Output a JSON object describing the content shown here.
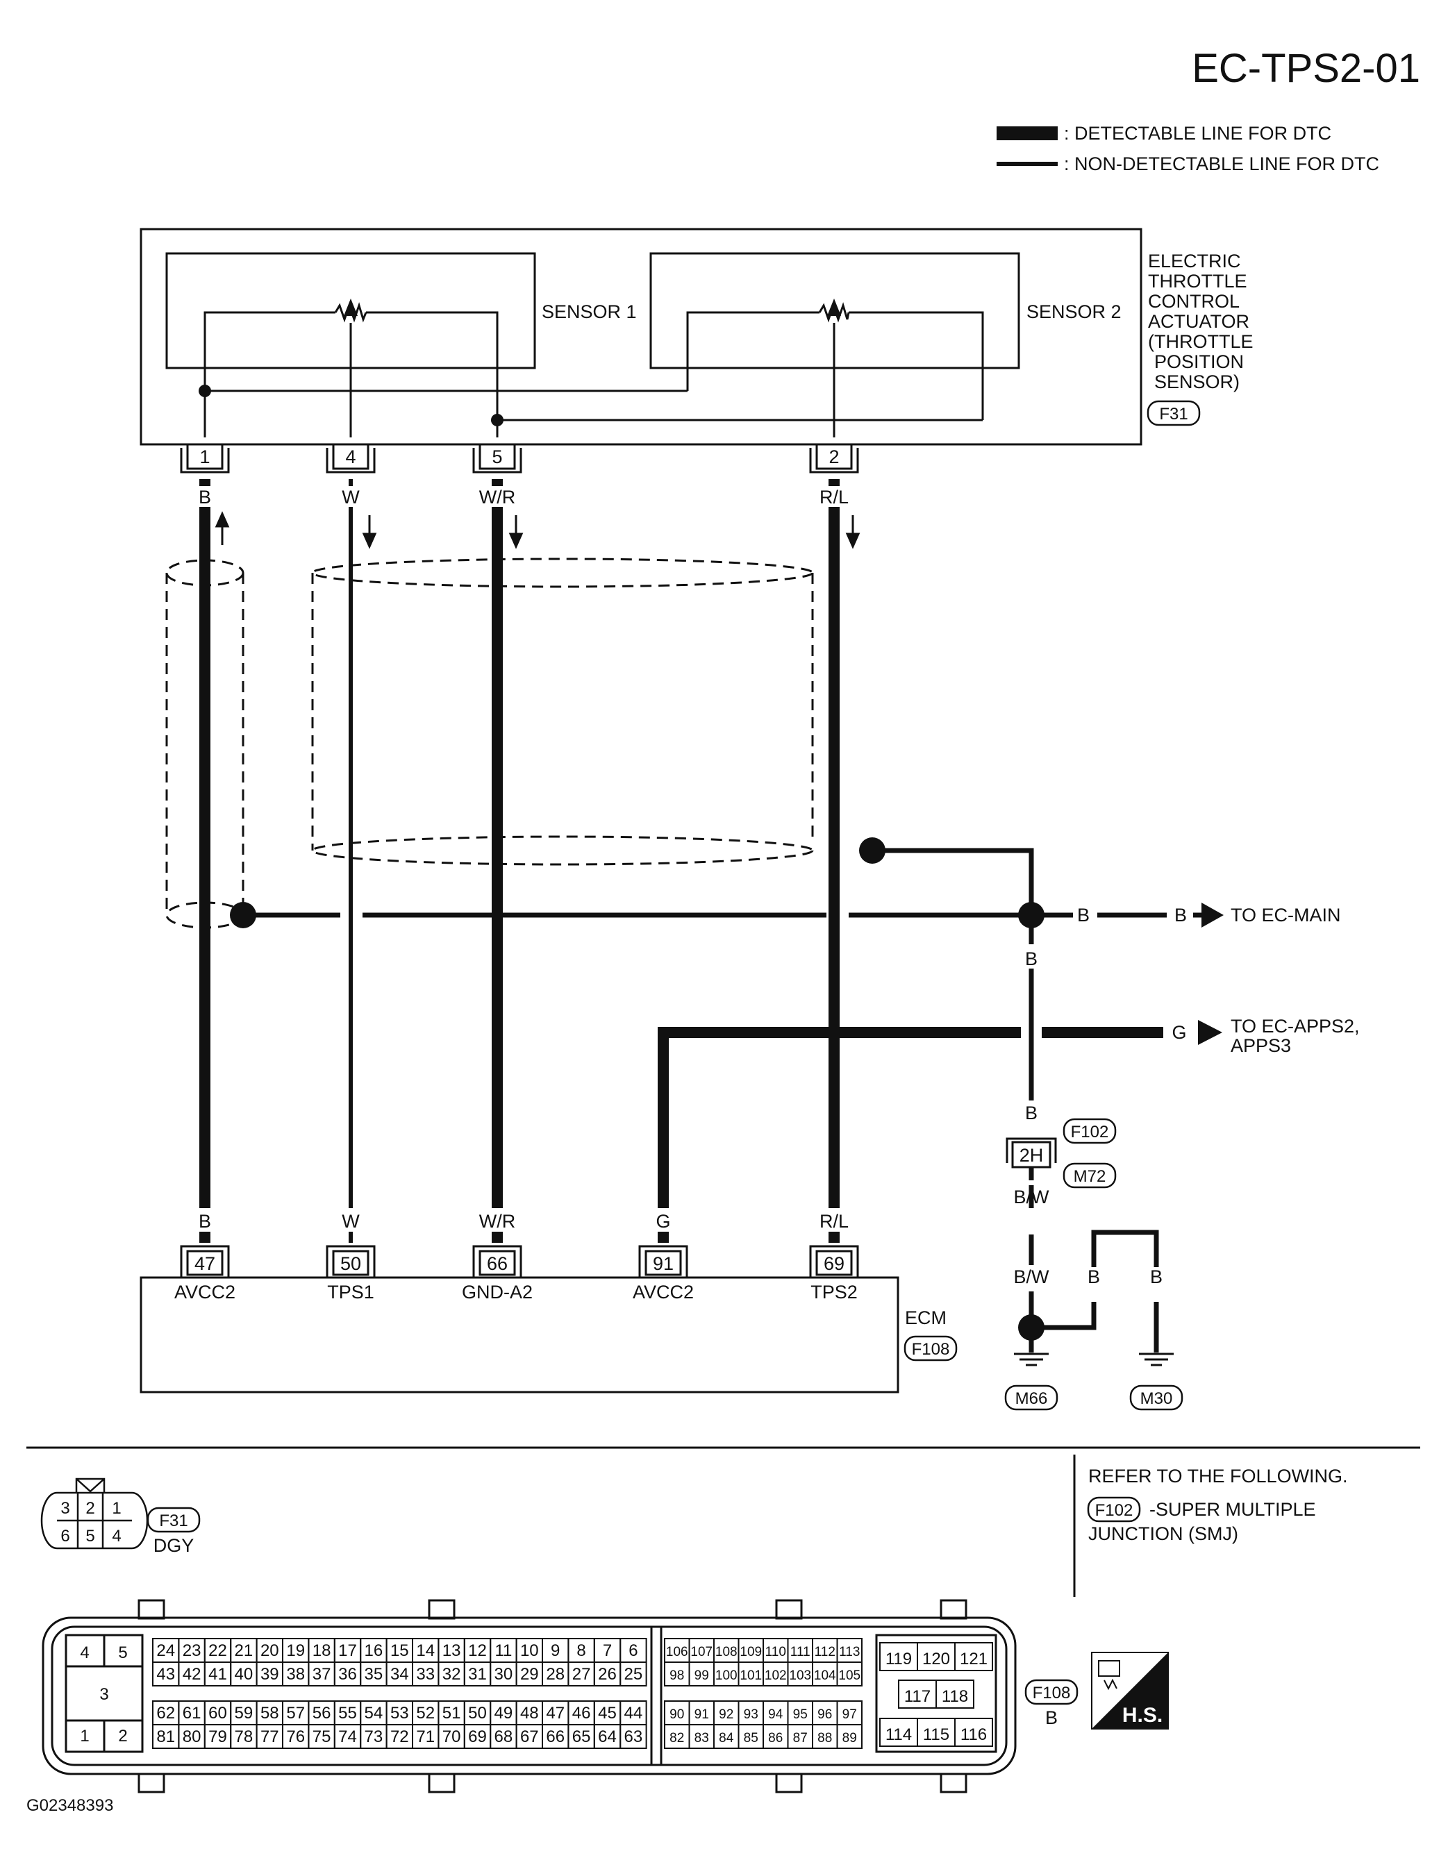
{
  "title": "EC-TPS2-01",
  "legend": {
    "detectable": ": DETECTABLE LINE FOR DTC",
    "non_detectable": ": NON-DETECTABLE LINE FOR DTC"
  },
  "actuator": {
    "name_lines": [
      "ELECTRIC",
      "THROTTLE",
      "CONTROL",
      "ACTUATOR",
      "(THROTTLE",
      "POSITION",
      "SENSOR)"
    ],
    "connector": "F31",
    "sensor1": "SENSOR 1",
    "sensor2": "SENSOR 2",
    "pins": [
      "1",
      "4",
      "5",
      "2"
    ],
    "wire_colors": [
      "B",
      "W",
      "W/R",
      "R/L"
    ]
  },
  "ecm": {
    "name": "ECM",
    "connector": "F108",
    "pins": [
      "47",
      "50",
      "66",
      "91",
      "69"
    ],
    "terminals": [
      "AVCC2",
      "TPS1",
      "GND-A2",
      "AVCC2",
      "TPS2"
    ],
    "wire_colors": [
      "B",
      "W",
      "W/R",
      "G",
      "R/L"
    ]
  },
  "right_side": {
    "to_main_b1": "B",
    "to_main_b2": "B",
    "to_main": "TO EC-MAIN",
    "to_main_wire_b": "B",
    "to_apps_g": "G",
    "to_apps_l1": "TO EC-APPS2,",
    "to_apps_l2": "APPS3",
    "smj_b": "B",
    "smj_f102": "F102",
    "smj_pin": "2H",
    "smj_m72": "M72",
    "bw1": "B/W",
    "bw2": "B/W",
    "b_a": "B",
    "b_b": "B",
    "ground_m66": "M66",
    "ground_m30": "M30"
  },
  "bottom": {
    "f31_conn": "F31",
    "f31_color": "DGY",
    "f31_pins": [
      "3",
      "2",
      "1",
      "6",
      "5",
      "4"
    ],
    "refer": "REFER TO THE FOLLOWING.",
    "refer_f102": "F102",
    "refer_smj1": "-SUPER MULTIPLE",
    "refer_smj2": "JUNCTION (SMJ)",
    "f108_conn": "F108",
    "f108_color": "B",
    "hs": "H.S.",
    "image_id": "G02348393",
    "ecm_left_pins": [
      "4",
      "5",
      "3",
      "1",
      "2"
    ],
    "row1a": [
      "24",
      "23",
      "22",
      "21",
      "20",
      "19",
      "18",
      "17",
      "16",
      "15",
      "14",
      "13",
      "12",
      "11",
      "10",
      "9",
      "8",
      "7",
      "6"
    ],
    "row1b": [
      "43",
      "42",
      "41",
      "40",
      "39",
      "38",
      "37",
      "36",
      "35",
      "34",
      "33",
      "32",
      "31",
      "30",
      "29",
      "28",
      "27",
      "26",
      "25"
    ],
    "row2a": [
      "62",
      "61",
      "60",
      "59",
      "58",
      "57",
      "56",
      "55",
      "54",
      "53",
      "52",
      "51",
      "50",
      "49",
      "48",
      "47",
      "46",
      "45",
      "44"
    ],
    "row2b": [
      "81",
      "80",
      "79",
      "78",
      "77",
      "76",
      "75",
      "74",
      "73",
      "72",
      "71",
      "70",
      "69",
      "68",
      "67",
      "66",
      "65",
      "64",
      "63"
    ],
    "row3a": [
      "106",
      "107",
      "108",
      "109",
      "110",
      "111",
      "112",
      "113"
    ],
    "row3b": [
      "98",
      "99",
      "100",
      "101",
      "102",
      "103",
      "104",
      "105"
    ],
    "row4a": [
      "90",
      "91",
      "92",
      "93",
      "94",
      "95",
      "96",
      "97"
    ],
    "row4b": [
      "82",
      "83",
      "84",
      "85",
      "86",
      "87",
      "88",
      "89"
    ],
    "right_top": [
      "119",
      "120",
      "121"
    ],
    "right_mid": [
      "117",
      "118"
    ],
    "right_bot": [
      "114",
      "115",
      "116"
    ]
  }
}
